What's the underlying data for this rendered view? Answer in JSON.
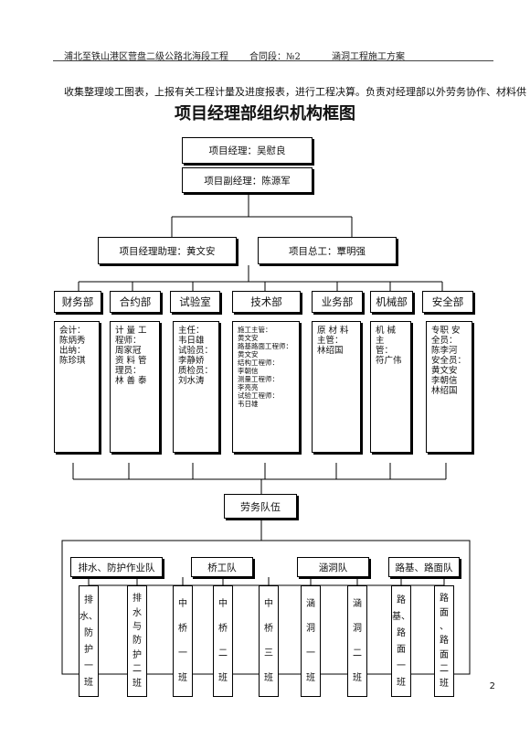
{
  "header": {
    "left": "浦北至铁山港区营盘二级公路北海段工程",
    "contract": "合同段：№2",
    "right": "涵洞工程施工方案"
  },
  "intro_line": "收集整理竣工图表，上报有关工程计量及进度报表，进行工程决算。负责对经理部以外劳务协作、材料供",
  "title": "项目经理部组织机构框图",
  "top": {
    "manager": "项目经理：吴慰良",
    "deputy": "项目副经理：陈源军",
    "assistant": "项目经理助理：黄文安",
    "chief_engineer": "项目总工：覃明强"
  },
  "departments": [
    {
      "name": "财务部",
      "detail": "会计：\n陈炳秀\n出纳：\n陈珍琪"
    },
    {
      "name": "合约部",
      "detail": "计 量 工\n程师：\n周家冠\n资 料 管\n理员：\n林 善 泰"
    },
    {
      "name": "试验室",
      "detail": "主任：\n韦日雄\n试验员：\n李静娇\n质检员：\n刘水涛"
    },
    {
      "name": "技术部",
      "detail": "施工主管：\n黄文安\n路基路面工程师：\n黄文安\n结构工程师：\n李朝信\n测量工程师：\n李亮亮\n试验工程师：\n韦日雄"
    },
    {
      "name": "业务部",
      "detail": "原 材 料\n主管：\n林绍国"
    },
    {
      "name": "机械部",
      "detail": "机 械 主\n管：\n符广伟"
    },
    {
      "name": "安全部",
      "detail": "专职 安\n全员：\n陈李河\n安全员：\n黄文安\n李朝信\n林绍国"
    }
  ],
  "labor": "劳务队伍",
  "teams": [
    {
      "name": "排水、防护作业队"
    },
    {
      "name": "桥工队"
    },
    {
      "name": "涵洞队"
    },
    {
      "name": "路基、路面队"
    }
  ],
  "crews": [
    {
      "chars": [
        "排",
        "水、",
        "防",
        "护",
        "一",
        "班"
      ]
    },
    {
      "chars": [
        "排",
        "水",
        "与",
        "防",
        "护",
        "二",
        "班"
      ]
    },
    {
      "chars": [
        "中",
        "桥",
        "一",
        "班"
      ]
    },
    {
      "chars": [
        "中",
        "桥",
        "二",
        "班"
      ]
    },
    {
      "chars": [
        "中",
        "桥",
        "三",
        "班"
      ]
    },
    {
      "chars": [
        "涵",
        "洞",
        "一",
        "班"
      ]
    },
    {
      "chars": [
        "涵",
        "洞",
        "二",
        "班"
      ]
    },
    {
      "chars": [
        "路",
        "基、",
        "路",
        "面",
        "一",
        "班"
      ]
    },
    {
      "chars": [
        "路",
        "面",
        "、",
        "路",
        "面",
        "二",
        "班"
      ]
    }
  ],
  "page_number": "2"
}
